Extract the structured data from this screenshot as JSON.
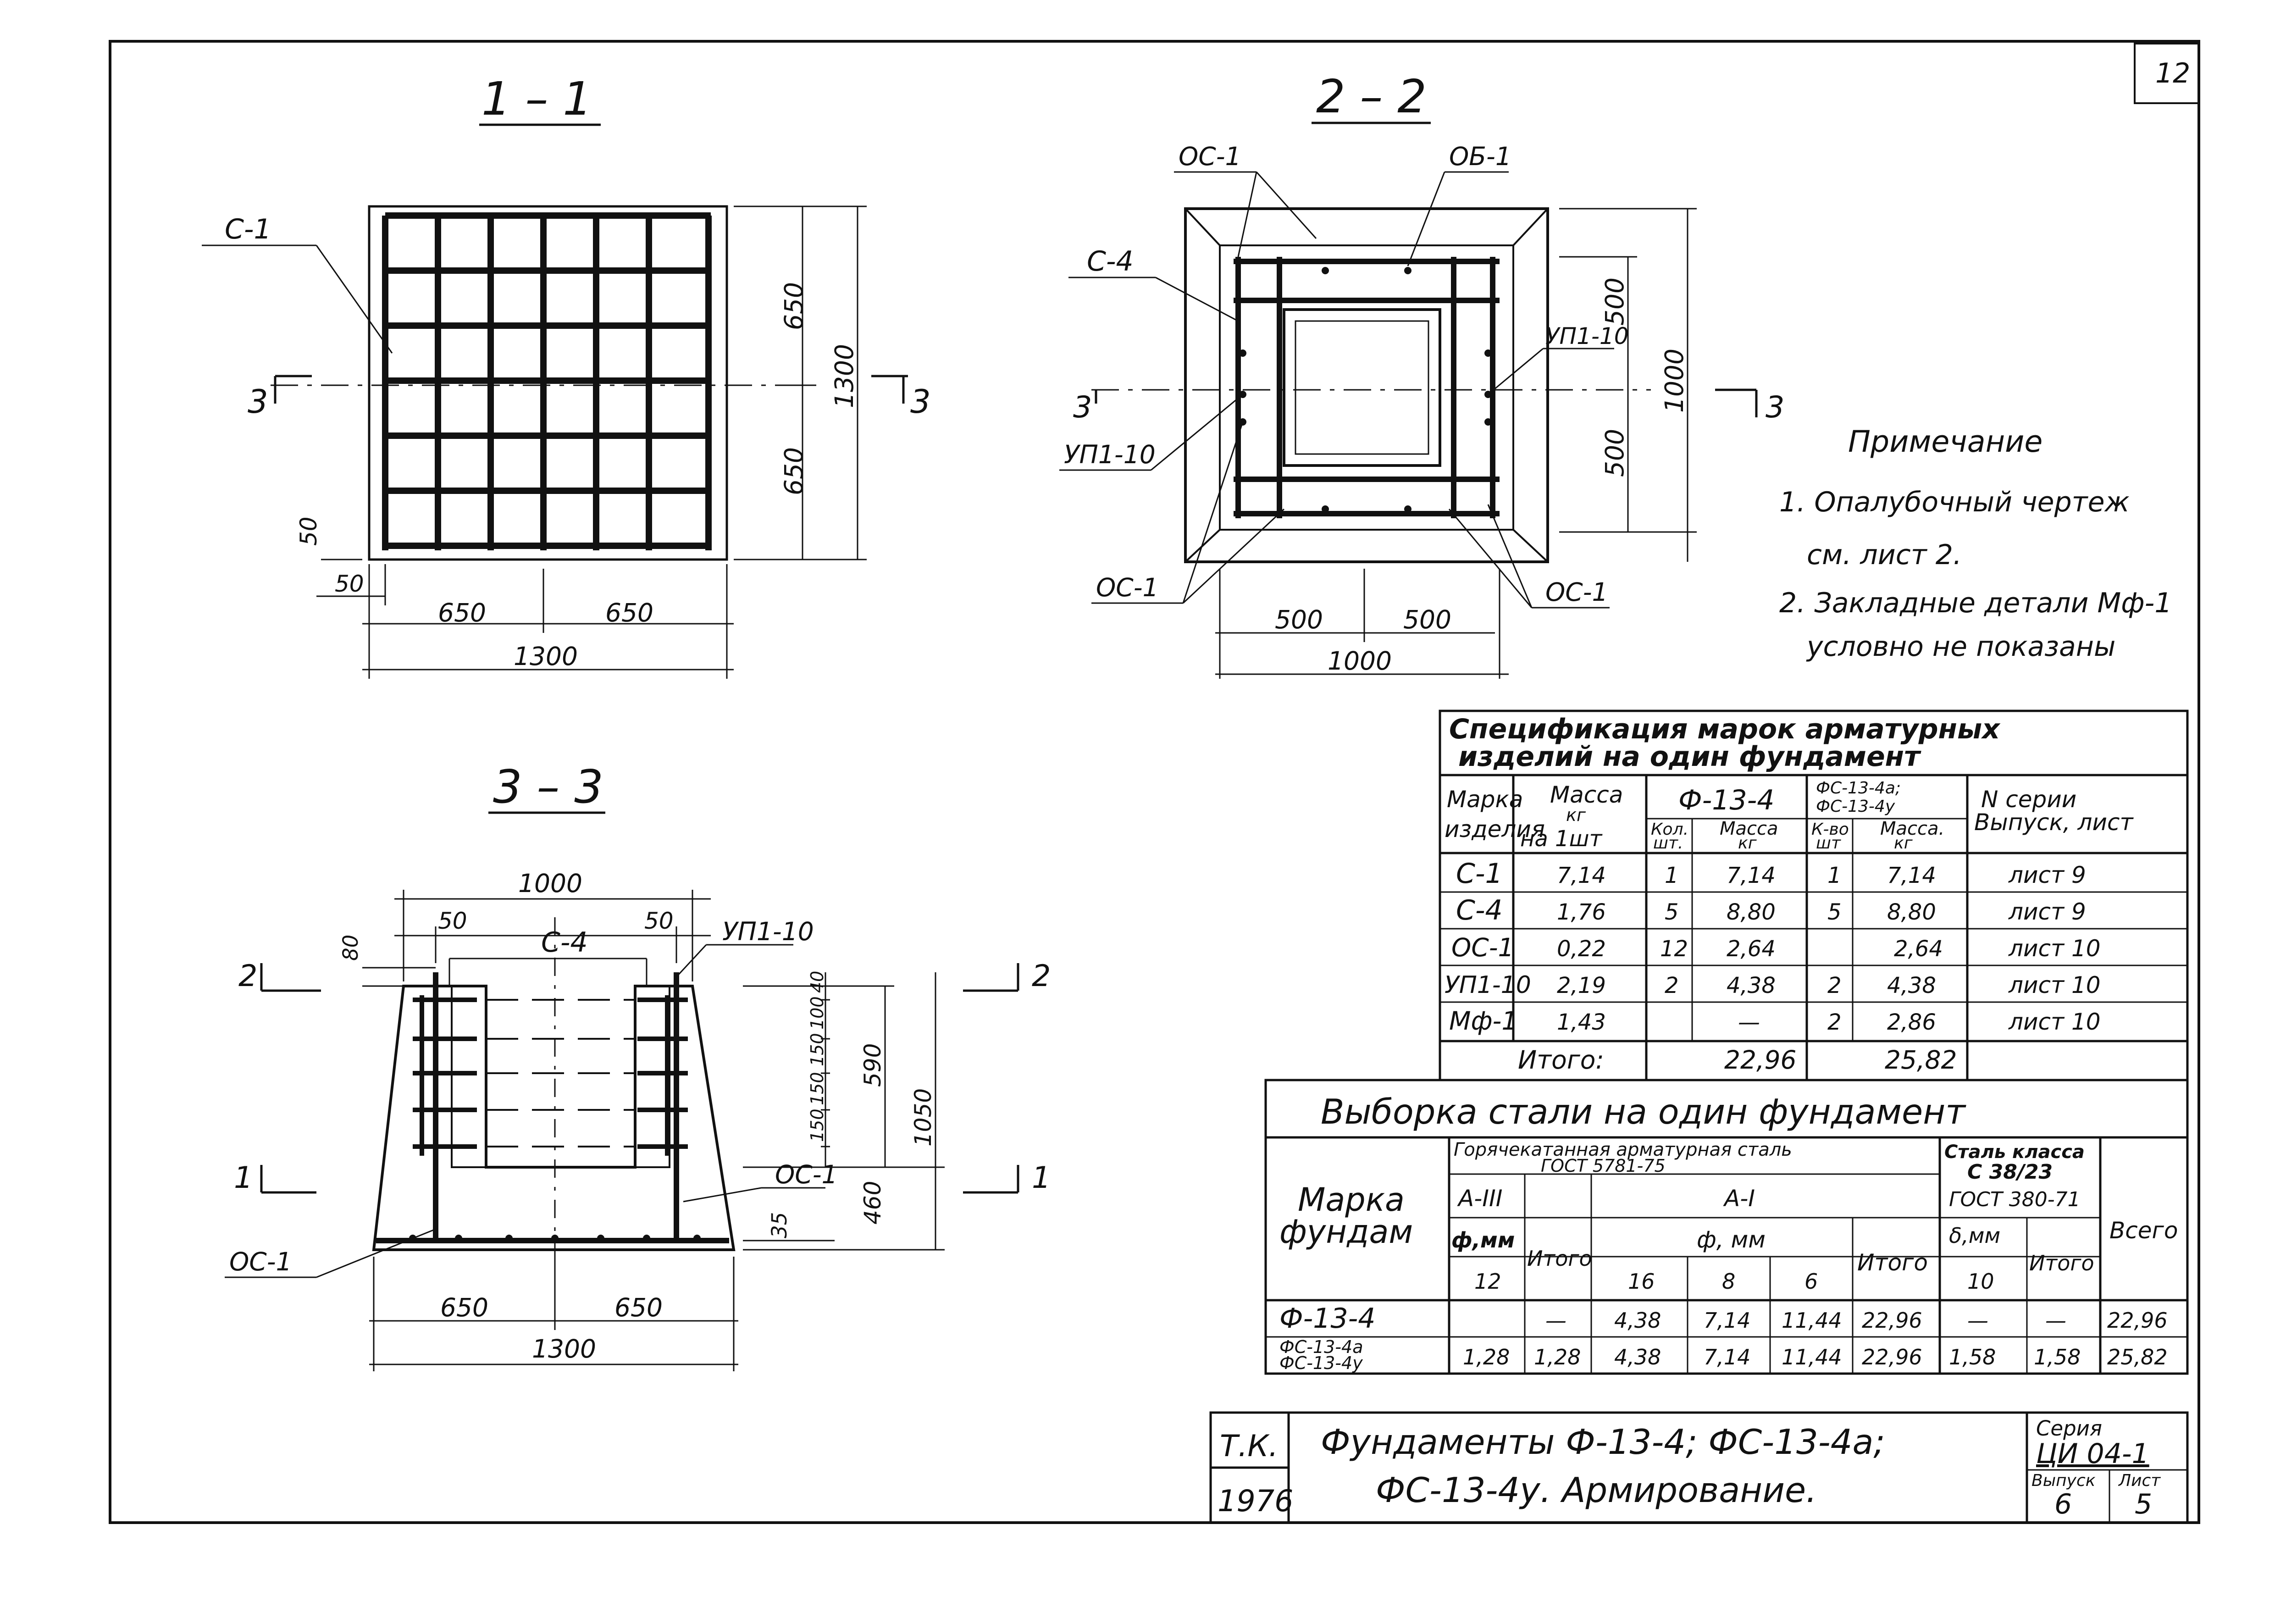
{
  "sheet": {
    "corner_number": "12",
    "sections": {
      "s11": "1 – 1",
      "s22": "2 – 2",
      "s33": "3 – 3"
    },
    "cut_marks": {
      "three": "3",
      "two": "2",
      "one": "1"
    },
    "labels": {
      "c1": "С-1",
      "c4": "С-4",
      "oc1": "ОС-1",
      "ob1": "ОБ-1",
      "up110": "УП1-10"
    },
    "dims": {
      "d650": "650",
      "d1300": "1300",
      "d50": "50",
      "d500": "500",
      "d1000": "1000",
      "d80": "80",
      "d150": "150",
      "d100": "100",
      "d40": "40",
      "d590": "590",
      "d460": "460",
      "d1050": "1050",
      "d35": "35"
    }
  },
  "note": {
    "title": "Примечание",
    "line1": "1. Опалубочный  чертеж",
    "line2": "см. лист  2.",
    "line3": "2. Закладные  детали Мф-1",
    "line4": "условно  не  показаны"
  },
  "spec": {
    "title1": "Спецификация   марок   арматурных",
    "title2": "изделий    на    один    фундамент",
    "head_mark1": "Марка",
    "head_mark2": "изделия",
    "head_mass1": "Масса",
    "head_mass2": "кг",
    "head_mass3": "на 1шт",
    "group_a": "Ф-13-4",
    "group_b1": "ФС-13-4а;",
    "group_b2": "ФС-13-4у",
    "series_head1": "N серии",
    "series_head2": "Выпуск, лист",
    "sub_kol1": "Кол.",
    "sub_kol2": "шт.",
    "sub_mass1": "Масса",
    "sub_mass2": "кг",
    "sub_kvo1": "К-во",
    "sub_kvo2": "шт",
    "sub_mass3": "Масса.",
    "sub_mass4": "кг",
    "rows": [
      {
        "mark": "С-1",
        "mass": "7,14",
        "qa": "1",
        "ma": "7,14",
        "qb": "1",
        "mb": "7,14",
        "ref": "лист  9"
      },
      {
        "mark": "С-4",
        "mass": "1,76",
        "qa": "5",
        "ma": "8,80",
        "qb": "5",
        "mb": "8,80",
        "ref": "лист  9"
      },
      {
        "mark": "ОС-1",
        "mass": "0,22",
        "qa": "12",
        "ma": "2,64",
        "qb": "",
        "mb": "2,64",
        "ref": "лист  10"
      },
      {
        "mark": "УП1-10",
        "mass": "2,19",
        "qa": "2",
        "ma": "4,38",
        "qb": "2",
        "mb": "4,38",
        "ref": "лист  10"
      },
      {
        "mark": "Мф-1",
        "mass": "1,43",
        "qa": "",
        "ma": "—",
        "qb": "2",
        "mb": "2,86",
        "ref": "лист  10"
      }
    ],
    "total_label": "Итого:",
    "total_a": "22,96",
    "total_b": "25,82"
  },
  "steel": {
    "title": "Выборка   стали   на   один   фундамент",
    "mark1": "Марка",
    "mark2": "фундам",
    "hot1": "Горячекатанная  арматурная  сталь",
    "hot2": "ГОСТ      5781-75",
    "class1": "Сталь класса",
    "class2": "С 38/23",
    "class3": "ГОСТ 380-71",
    "a3": "А-III",
    "a1": "А-I",
    "phi_mm": "ф,мм",
    "phi_mm2": "ф, мм",
    "itogo": "Итого",
    "delta_mm": "δ,мм",
    "vsego": "Всего",
    "d12": "12",
    "d16": "16",
    "d8": "8",
    "d6": "6",
    "d10": "10",
    "rows": [
      {
        "mark": "Ф-13-4",
        "mark2": "",
        "a3v": "",
        "a3t": "—",
        "v16": "4,38",
        "v8": "7,14",
        "v6": "11,44",
        "a1t": "22,96",
        "sv": "—",
        "st": "—",
        "all": "22,96"
      },
      {
        "mark": "ФС-13-4а",
        "mark2": "ФС-13-4у",
        "a3v": "1,28",
        "a3t": "1,28",
        "v16": "4,38",
        "v8": "7,14",
        "v6": "11,44",
        "a1t": "22,96",
        "sv": "1,58",
        "st": "1,58",
        "all": "25,82"
      }
    ]
  },
  "stamp": {
    "code": "Т.К.",
    "year": "1976",
    "title1": "Фундаменты  Ф-13-4; ФС-13-4а;",
    "title2": "ФС-13-4у.  Армирование.",
    "series_label": "Серия",
    "series": "ЦИ 04-1",
    "issue_label": "Выпуск",
    "issue": "6",
    "sheet_label": "Лист",
    "sheet": "5"
  }
}
